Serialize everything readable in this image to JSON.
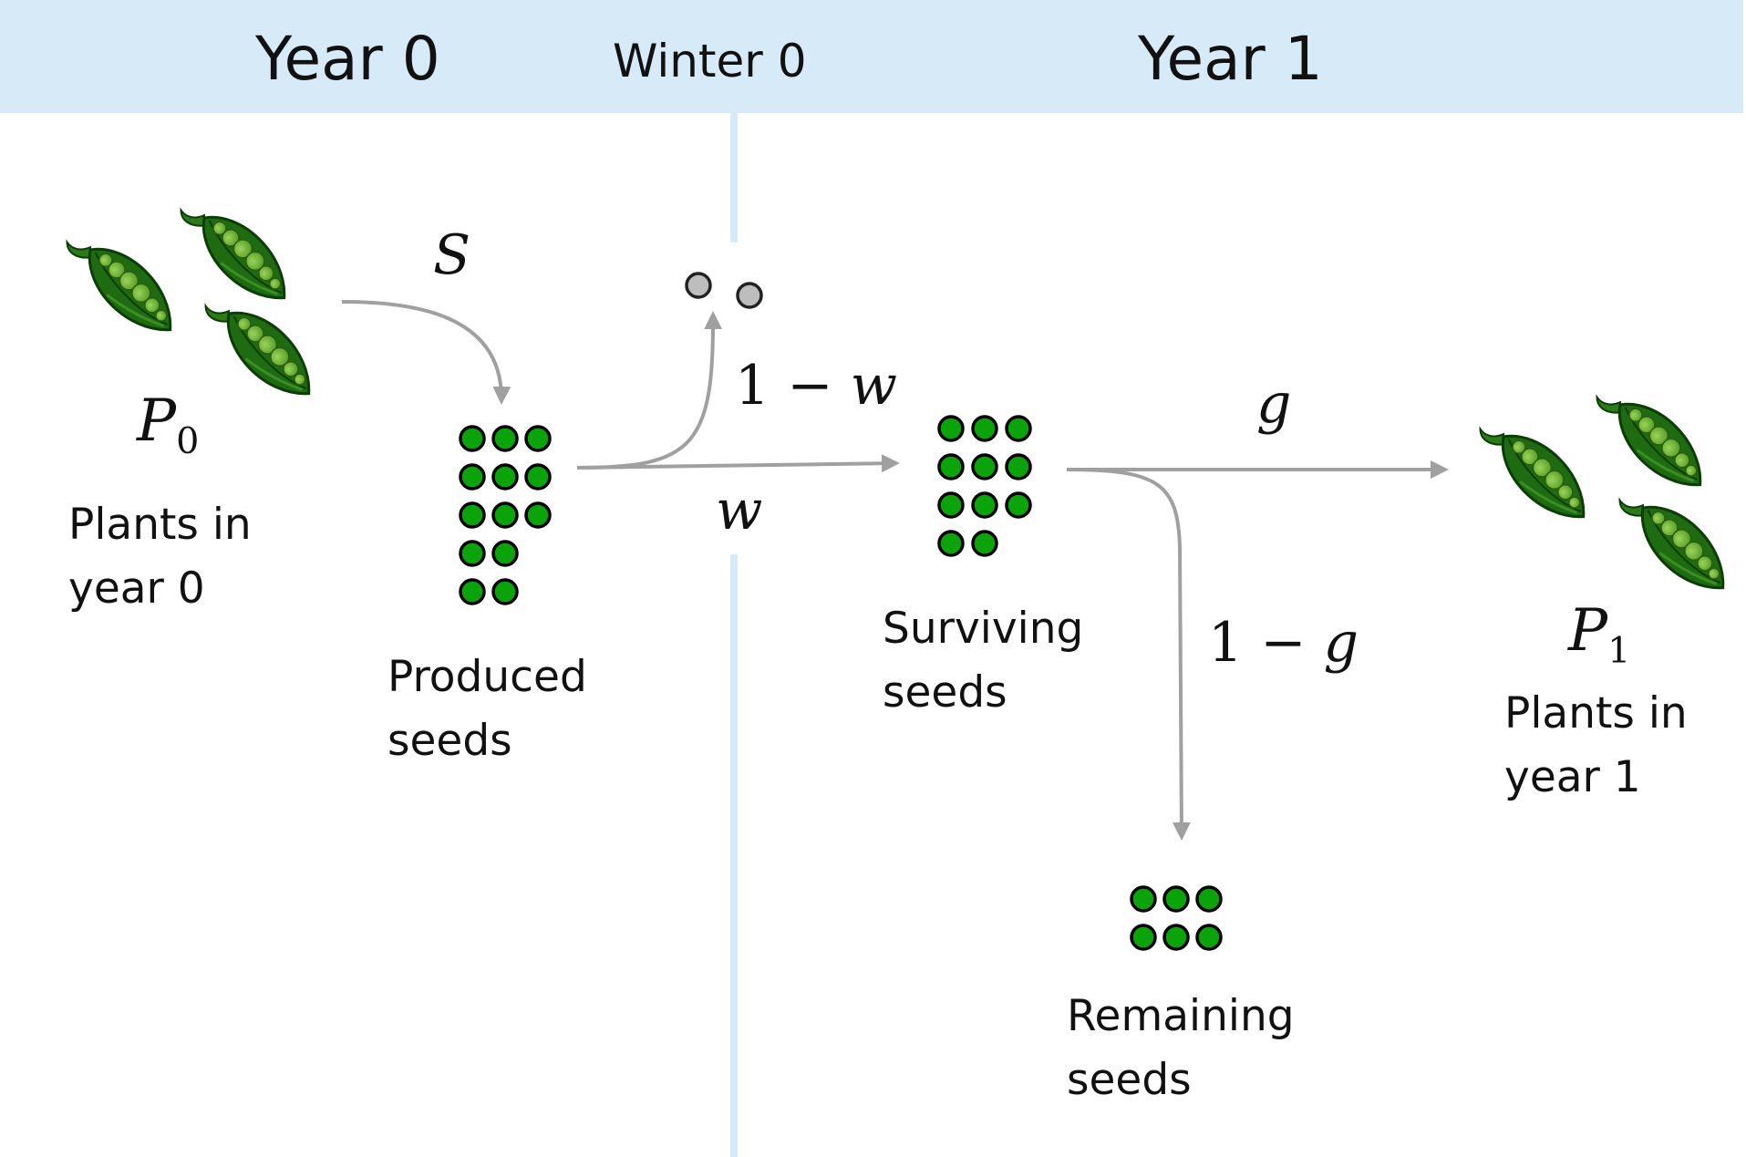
{
  "header": {
    "year0": "Year 0",
    "winter0": "Winter 0",
    "year1": "Year 1"
  },
  "labels": {
    "plants_year0": "Plants in\nyear 0",
    "produced_seeds": "Produced\nseeds",
    "surviving_seeds": "Surviving\nseeds",
    "remaining_seeds": "Remaining\nseeds",
    "plants_year1": "Plants in\nyear 1"
  },
  "math": {
    "P0": {
      "base": "P",
      "sub": "0"
    },
    "P1": {
      "base": "P",
      "sub": "1"
    },
    "S": "S",
    "one_minus_w": {
      "one": "1",
      "op": " − ",
      "var": "w"
    },
    "w": "w",
    "g": "g",
    "one_minus_g": {
      "one": "1",
      "op": " − ",
      "var": "g"
    }
  },
  "seed_groups": {
    "produced": 13,
    "lost_in_winter": 2,
    "surviving": 11,
    "remaining": 6
  },
  "colors": {
    "header_band": "#d6eaf8",
    "arrow": "#a0a0a0",
    "seed_fill": "#0aa30a",
    "seed_stroke": "#000000",
    "dead_seed_fill": "#bdbdbd",
    "pod_dark": "#1e6b12",
    "pod_light": "#6bb32e"
  },
  "icons": [
    "pea-pod-icon"
  ]
}
